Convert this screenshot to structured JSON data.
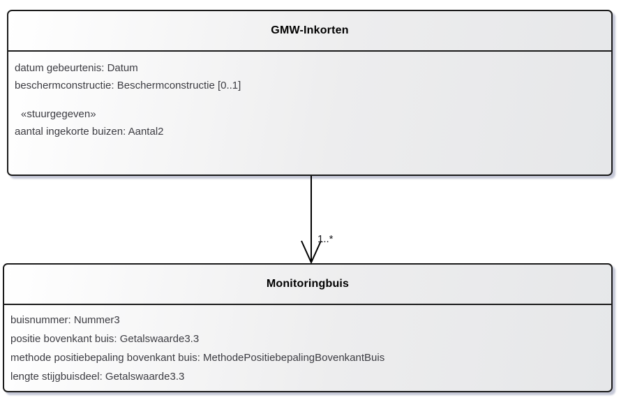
{
  "colors": {
    "box_border": "#1a1a1a",
    "box_fill_left": "#ffffff",
    "box_fill_right": "#e6e7e9",
    "box_shadow": "#c7c9d8",
    "attribute_text": "#3c3c42",
    "title_text": "#000000",
    "connector": "#000000",
    "page_background": "#ffffff"
  },
  "diagram": {
    "class1": {
      "name": "GMW-Inkorten",
      "attributes": [
        "datum gebeurtenis: Datum",
        "beschermconstructie: Beschermconstructie [0..1]"
      ],
      "stereotype": "«stuurgegeven»",
      "stereotyped_attributes": [
        "aantal ingekorte buizen: Aantal2"
      ]
    },
    "class2": {
      "name": "Monitoringbuis",
      "attributes": [
        "buisnummer: Nummer3",
        "positie bovenkant buis: Getalswaarde3.3",
        "methode positiebepaling bovenkant buis: MethodePositiebepalingBovenkantBuis",
        "lengte stijgbuisdeel: Getalswaarde3.3"
      ]
    },
    "association": {
      "multiplicity": "1..*"
    }
  }
}
